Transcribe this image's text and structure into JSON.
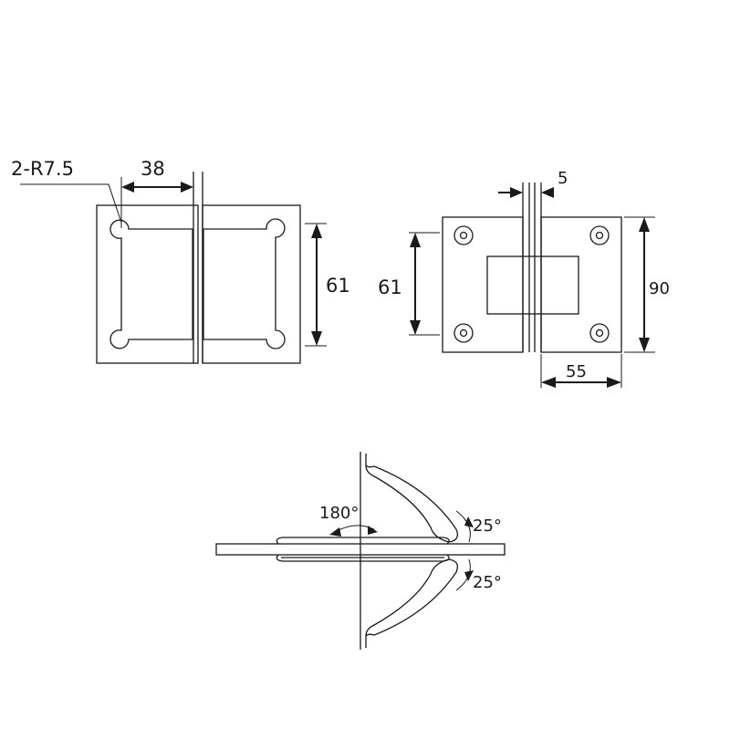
{
  "labels": {
    "radius_note": "2-R7.5",
    "width_38": "38",
    "height_61_left": "61",
    "gap_5": "5",
    "height_61_right": "61",
    "height_90": "90",
    "width_55": "55",
    "angle_180": "180°",
    "angle_25_top": "25°",
    "angle_25_bottom": "25°"
  }
}
